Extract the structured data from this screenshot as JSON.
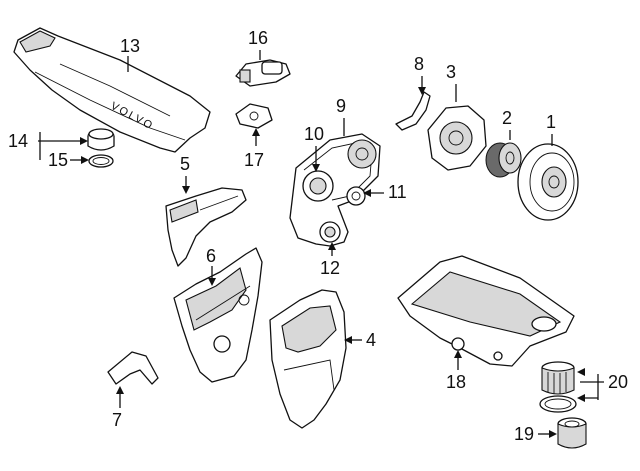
{
  "callouts": {
    "c1": "1",
    "c2": "2",
    "c3": "3",
    "c4": "4",
    "c5": "5",
    "c6": "6",
    "c7": "7",
    "c8": "8",
    "c9": "9",
    "c10": "10",
    "c11": "11",
    "c12": "12",
    "c13": "13",
    "c14": "14",
    "c15": "15",
    "c16": "16",
    "c17": "17",
    "c18": "18",
    "c19": "19",
    "c20": "20"
  },
  "cover_lettering": "VOLVO",
  "colors": {
    "line": "#111111",
    "shade": "#d8d8d8",
    "dark": "#6a6a6a",
    "background": "#ffffff"
  }
}
